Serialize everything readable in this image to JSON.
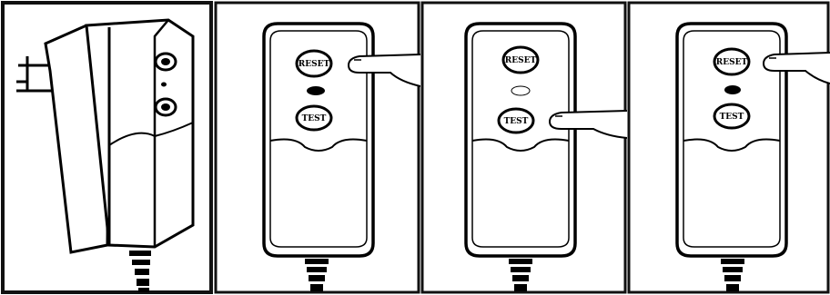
{
  "figure": {
    "panels": [
      {
        "id": "side-view"
      },
      {
        "id": "reset-pressed",
        "reset_label": "RESET",
        "test_label": "TEST",
        "indicator": "on",
        "finger_on": "reset"
      },
      {
        "id": "test-pressed",
        "reset_label": "RESET",
        "test_label": "TEST",
        "indicator": "off",
        "finger_on": "test"
      },
      {
        "id": "reset-again",
        "reset_label": "RESET",
        "test_label": "TEST",
        "indicator": "on",
        "finger_on": "reset"
      }
    ]
  },
  "colors": {
    "ink": "#000000",
    "paper": "#ffffff",
    "frame": "#111111"
  }
}
